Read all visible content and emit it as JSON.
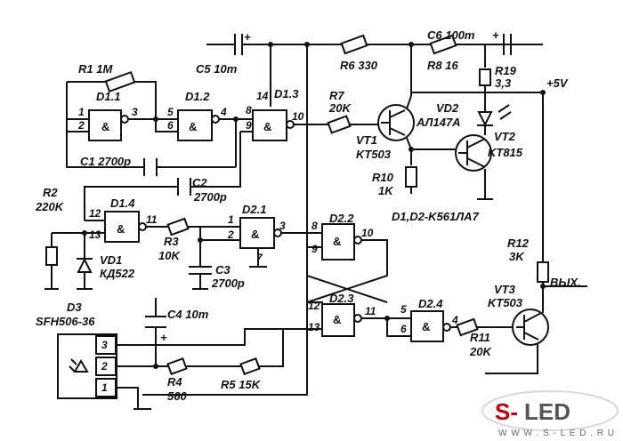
{
  "resistors": {
    "r1": {
      "name": "R1",
      "value": "1M"
    },
    "r2": {
      "name": "R2",
      "value": "220K"
    },
    "r3": {
      "name": "R3",
      "value": "10K"
    },
    "r4": {
      "name": "R4",
      "value": "560"
    },
    "r5": {
      "name": "R5",
      "value": "15K"
    },
    "r6": {
      "name": "R6",
      "value": "330"
    },
    "r7": {
      "name": "R7",
      "value": "20K"
    },
    "r8": {
      "name": "R8",
      "value": "16"
    },
    "r10": {
      "name": "R10",
      "value": "1K"
    },
    "r11": {
      "name": "R11",
      "value": "20K"
    },
    "r12": {
      "name": "R12",
      "value": "3K"
    },
    "r19": {
      "name": "R19",
      "value": "3,3"
    }
  },
  "capacitors": {
    "c1": "C1 2700p",
    "c2": {
      "name": "C2",
      "value": "2700p"
    },
    "c3": {
      "name": "C3",
      "value": "2700p"
    },
    "c4": "C4 10m",
    "c5": "C5 10m",
    "c6": "C6 100m"
  },
  "gates": {
    "d1_1": "D1.1",
    "d1_2": "D1.2",
    "d1_3": "D1.3",
    "d1_4": "D1.4",
    "d2_1": "D2.1",
    "d2_2": "D2.2",
    "d2_3": "D2.3",
    "d2_4": "D2.4",
    "symbol": "&"
  },
  "semis": {
    "vt1": {
      "name": "VT1",
      "type": "KT503"
    },
    "vt2": {
      "name": "VT2",
      "type": "KT815"
    },
    "vt3": {
      "name": "VT3",
      "type": "KT503"
    },
    "vd1": {
      "name": "VD1",
      "type": "КД522"
    },
    "vd2": {
      "name": "VD2",
      "type": "АЛ147А"
    },
    "d3": {
      "name": "D3",
      "type": "SFH506-36"
    }
  },
  "pins": {
    "p1": "1",
    "p2": "2",
    "p3": "3",
    "p4": "4",
    "p5": "5",
    "p6": "6",
    "p7": "7",
    "p8": "8",
    "p9": "9",
    "p10": "10",
    "p11": "11",
    "p12": "12",
    "p13": "13",
    "p14": "14"
  },
  "labels": {
    "plus": "+",
    "supply": "+5V",
    "ic_types": "D1,D2-K561ЛА7",
    "output": "ВЫХ."
  },
  "logo": {
    "s": "S-",
    "led": "LED",
    "url": "W W W . S - L E D . R U"
  }
}
